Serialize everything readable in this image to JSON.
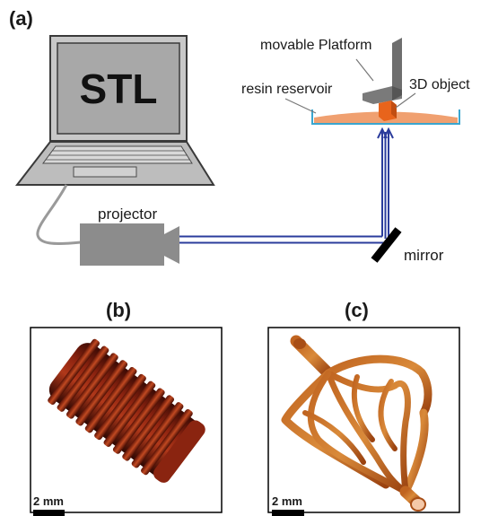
{
  "panels": {
    "a": "(a)",
    "b": "(b)",
    "c": "(c)"
  },
  "screen_text": "STL",
  "labels": {
    "movable_platform": "movable Platform",
    "resin_reservoir": "resin reservoir",
    "object_3d": "3D object",
    "projector": "projector",
    "mirror": "mirror"
  },
  "scale_bars": {
    "b": "2 mm",
    "c": "2 mm"
  },
  "colors": {
    "light_path": "#2b3c9c",
    "device_gray": "#8c8c8c",
    "resin": "#f0a070",
    "object": "#e8641c",
    "print_red": "#7a1d0e",
    "print_orange": "#b85418"
  }
}
